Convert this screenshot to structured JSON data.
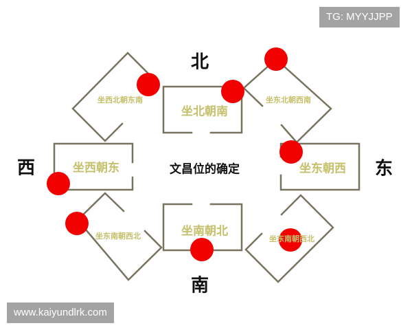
{
  "directions": {
    "north": "北",
    "south": "南",
    "west": "西",
    "east": "东"
  },
  "center_title": "文昌位的确定",
  "rooms": {
    "north": "坐北朝南",
    "south": "坐南朝北",
    "west": "坐西朝东",
    "east": "坐东朝西",
    "northwest": "坐西北朝东南",
    "northeast": "坐东北朝西南",
    "southwest": "坐东南朝西北",
    "southeast": "坐东南朝西北"
  },
  "colors": {
    "wall": "#77735f",
    "marker": "#f20000",
    "room_text": "#c6c06c"
  },
  "watermarks": {
    "top_right": "TG: MYYJJPP",
    "bottom_left": "www.kaiyundlrk.com"
  }
}
